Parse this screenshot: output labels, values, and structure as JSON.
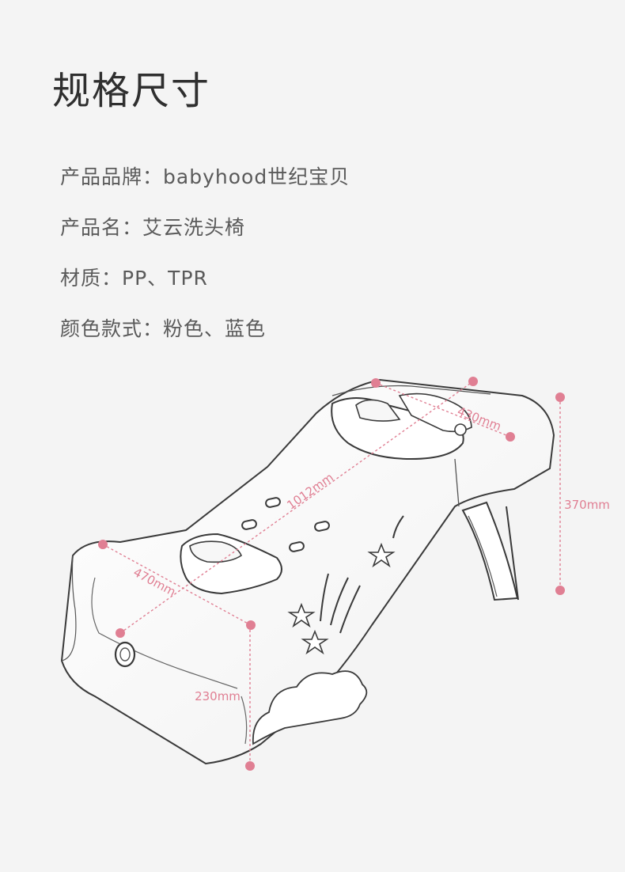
{
  "title": "规格尺寸",
  "specs": [
    {
      "label": "产品品牌",
      "separator": "：",
      "value": "babyhood世纪宝贝"
    },
    {
      "label": "产品名",
      "separator": "：",
      "value": "艾云洗头椅"
    },
    {
      "label": "材质",
      "separator": "：",
      "value": "PP、TPR"
    },
    {
      "label": "颜色款式",
      "separator": "：",
      "value": "粉色、蓝色"
    }
  ],
  "dimensions": {
    "length": "1012mm",
    "head_width": "430mm",
    "height_back": "370mm",
    "width_front": "470mm",
    "height_front": "230mm"
  },
  "colors": {
    "accent": "#e07f93",
    "background": "#f4f4f4",
    "title": "#2f2f2f",
    "text": "#5a5a5a"
  }
}
